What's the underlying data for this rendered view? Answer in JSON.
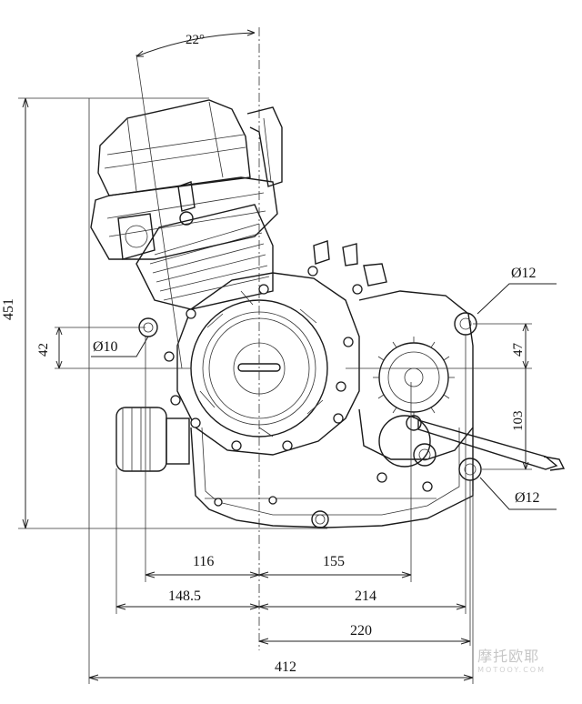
{
  "dimensions": {
    "angle": "22°",
    "height_total": "451",
    "offset_42": "42",
    "bore_d10": "Ø10",
    "mount_d12_top": "Ø12",
    "offset_47": "47",
    "offset_103": "103",
    "mount_d12_bottom": "Ø12",
    "w116": "116",
    "w155": "155",
    "w148_5": "148.5",
    "w214": "214",
    "w220": "220",
    "w412": "412"
  },
  "watermark": {
    "brand_text": "摩托欧耶",
    "brand_sub": "MOTOOY.COM"
  }
}
